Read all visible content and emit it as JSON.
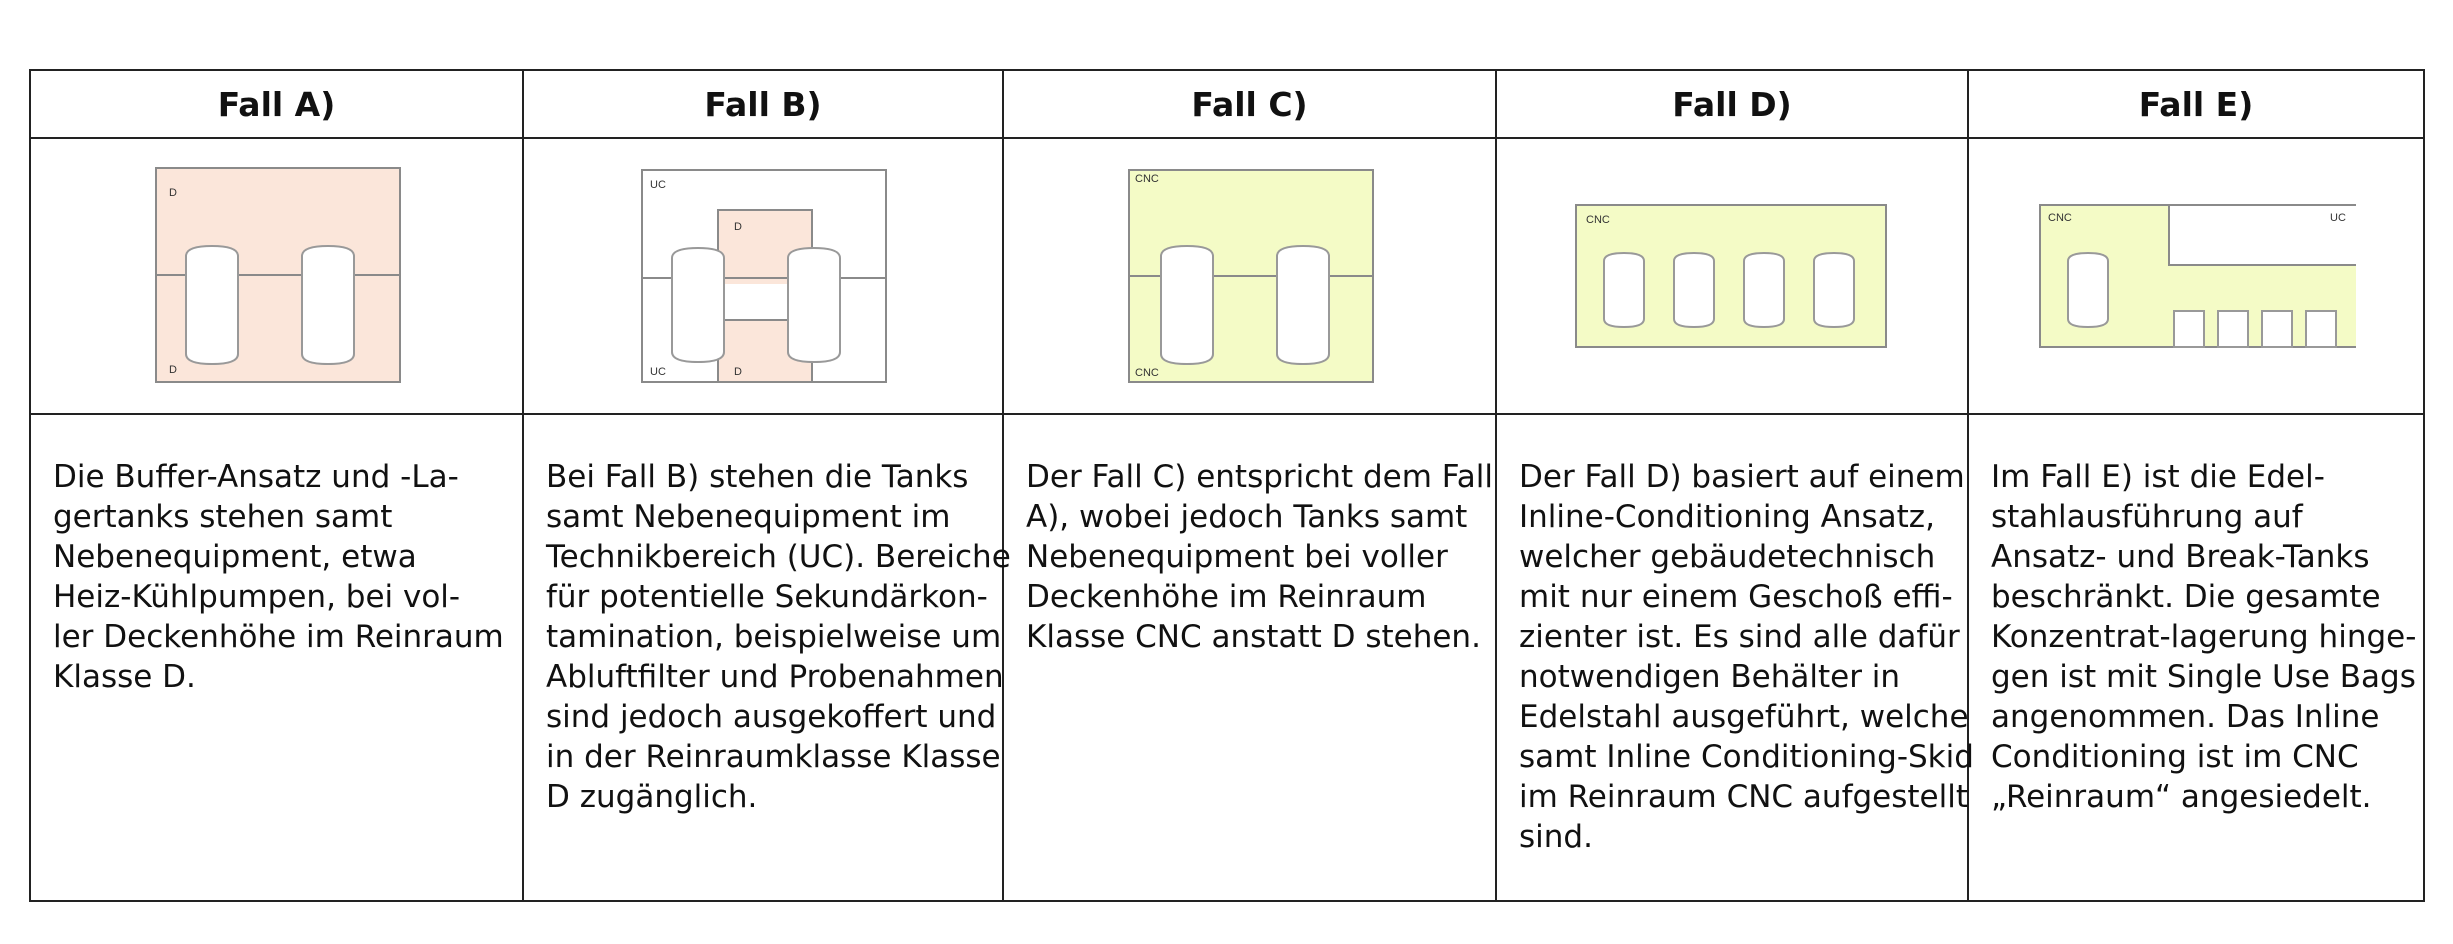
{
  "columns": [
    {
      "header": "Fall A)",
      "diagram": {
        "labels": [
          "D",
          "D"
        ]
      },
      "lines": [
        "Die Buffer-Ansatz und -La-",
        "gertanks stehen samt",
        "Nebenequipment, etwa",
        "Heiz-Kühlpumpen, bei vol-",
        "ler Deckenhöhe im Reinraum",
        "Klasse D."
      ]
    },
    {
      "header": "Fall B)",
      "diagram": {
        "labels": [
          "UC",
          "D",
          "UC",
          "D"
        ]
      },
      "lines": [
        "Bei Fall B) stehen die Tanks",
        "samt Nebenequipment im",
        "Technikbereich (UC). Bereiche",
        "für potentielle Sekundärkon-",
        "tamination, beispielweise um",
        "Abluftfilter und Probenahmen",
        "sind jedoch ausgekoffert und",
        "in der Reinraumklasse Klasse",
        "D zugänglich."
      ]
    },
    {
      "header": "Fall C)",
      "diagram": {
        "labels": [
          "CNC",
          "CNC"
        ]
      },
      "lines": [
        "Der Fall C) entspricht dem Fall",
        "A), wobei jedoch Tanks samt",
        "Nebenequipment bei voller",
        "Deckenhöhe im Reinraum",
        "Klasse CNC anstatt D stehen."
      ]
    },
    {
      "header": "Fall D)",
      "diagram": {
        "labels": [
          "CNC"
        ]
      },
      "lines": [
        "Der Fall D) basiert auf einem",
        "Inline-Conditioning Ansatz,",
        "welcher gebäudetechnisch",
        "mit nur einem Geschoß effi-",
        "zienter ist. Es sind alle dafür",
        "notwendigen Behälter in",
        "Edelstahl ausgeführt, welche",
        "samt Inline Conditioning-Skid",
        "im Reinraum CNC aufgestellt",
        "sind."
      ]
    },
    {
      "header": "Fall E)",
      "diagram": {
        "labels": [
          "CNC",
          "UC"
        ]
      },
      "lines": [
        "Im Fall E) ist die Edel-",
        "stahlausführung auf",
        "Ansatz- und Break-Tanks",
        "beschränkt. Die gesamte",
        "Konzentrat-lagerung hinge-",
        "gen ist mit Single Use Bags",
        "angenommen. Das Inline",
        "Conditioning ist im CNC",
        "„Reinraum“ angesiedelt."
      ]
    }
  ],
  "colors": {
    "zone_d": "#fbe6da",
    "zone_cnc": "#f4fbc6",
    "zone_uc": "#ffffff",
    "outline": "#8a8a8a",
    "grid": "#222222"
  }
}
